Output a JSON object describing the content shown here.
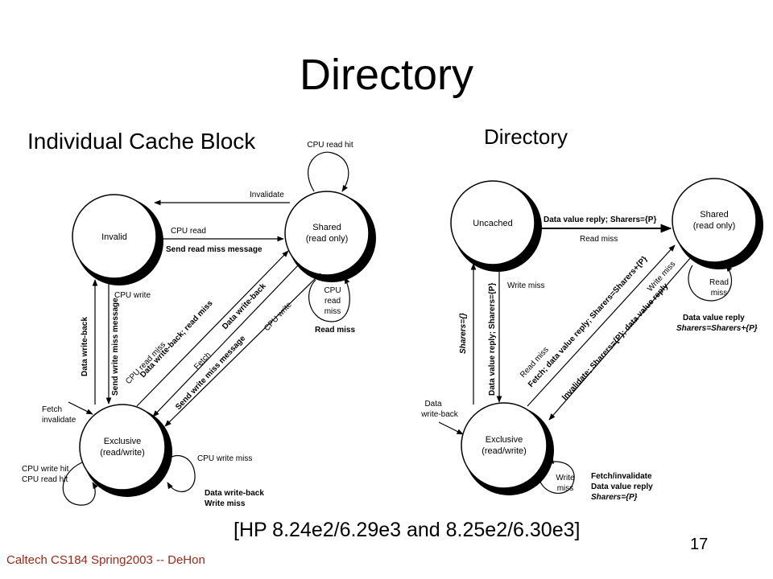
{
  "slide": {
    "title": "Directory",
    "left_heading": "Individual Cache Block",
    "right_heading": "Directory",
    "citation": "[HP 8.24e2/6.29e3 and 8.25e2/6.30e3]",
    "page_number": "17",
    "footer": "Caltech CS184 Spring2003 -- DeHon",
    "footer_color": "#9a2a1a"
  },
  "cache_diagram": {
    "states": {
      "invalid": "Invalid",
      "shared_1": "Shared",
      "shared_2": "(read only)",
      "exclusive_1": "Exclusive",
      "exclusive_2": "(read/write)"
    },
    "labels": {
      "cpu_read_hit": "CPU read hit",
      "invalidate": "Invalidate",
      "cpu_read": "CPU read",
      "send_read_miss": "Send read miss message",
      "cpu_write": "CPU write",
      "send_write_miss": "Send write miss message",
      "data_write_back": "Data write-back",
      "cpu_read_miss": "CPU read miss",
      "data_wb_read_miss": "Data write-back; read miss",
      "fetch": "Fetch",
      "data_wb_2": "Data write-back",
      "send_write_miss_2": "Send write miss message",
      "cpu_write_2": "CPU write",
      "cpu_read_miss_loop_1": "CPU",
      "cpu_read_miss_loop_2": "read",
      "cpu_read_miss_loop_3": "miss",
      "read_miss": "Read miss",
      "fetch_inv_1": "Fetch",
      "fetch_inv_2": "invalidate",
      "cpu_write_hit": "CPU write hit",
      "cpu_read_hit_2": "CPU read hit",
      "cpu_write_miss": "CPU write miss",
      "dwb_wm_1": "Data write-back",
      "dwb_wm_2": "Write miss"
    }
  },
  "directory_diagram": {
    "states": {
      "uncached": "Uncached",
      "shared_1": "Shared",
      "shared_2": "(read only)",
      "exclusive_1": "Exclusive",
      "exclusive_2": "(read/write)"
    },
    "labels": {
      "dvr_sharers_p_a": "Data value reply; ",
      "dvr_sharers_p_b": "Sharers={P}",
      "read_miss_top": "Read miss",
      "write_miss_1": "Write miss",
      "sharers_empty": "Sharers={}",
      "dvr_sharers_p_vert_a": "Data value reply; ",
      "dvr_sharers_p_vert_b": "Sharers={P}",
      "read_miss_diag": "Read miss",
      "fetch_dvr_a": "Fetch; data value reply; ",
      "fetch_dvr_b": "Sharers=Sharers+{P}",
      "write_miss_diag": "Write miss",
      "inv_a": "Invalidate; ",
      "inv_b": "Sharers={P}; data value reply",
      "read_miss_loop_1": "Read",
      "read_miss_loop_2": "miss",
      "dvr_loop_1": "Data value reply",
      "dvr_loop_2": "Sharers=Sharers+{P}",
      "data_wb_1": "Data",
      "data_wb_2": "write-back",
      "write_miss_loop_1": "Write",
      "write_miss_loop_2": "miss",
      "fi_1": "Fetch/invalidate",
      "fi_2": "Data value reply",
      "fi_3": "Sharers={P}"
    }
  }
}
